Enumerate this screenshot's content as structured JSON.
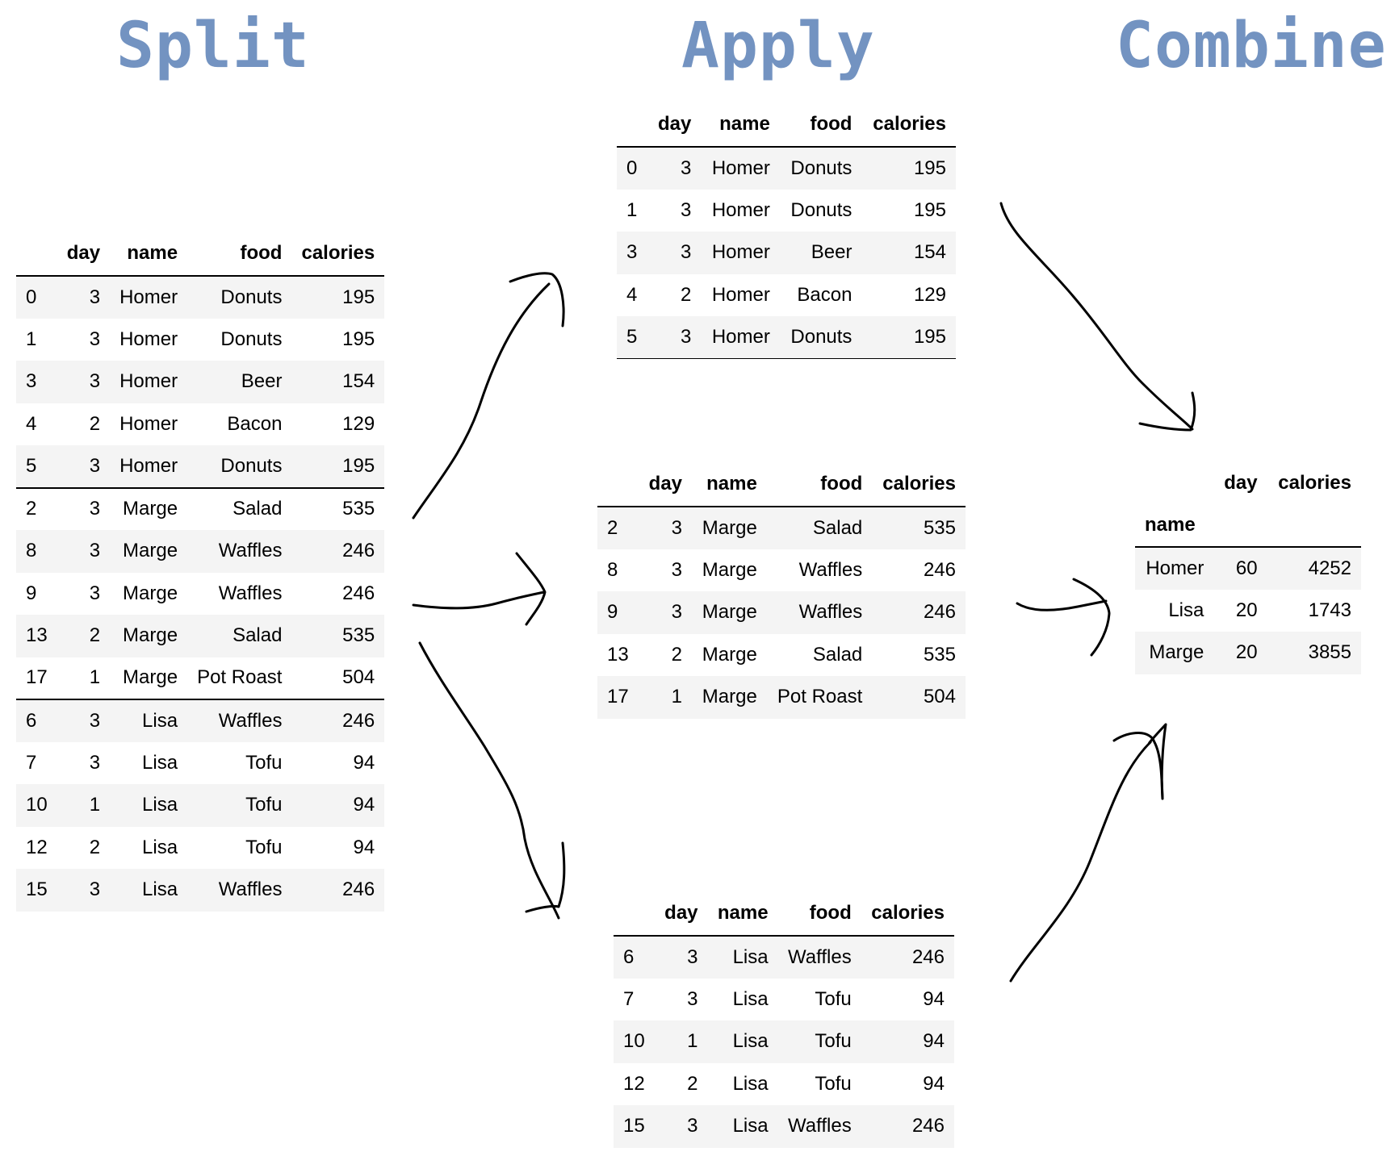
{
  "headings": {
    "split": "Split",
    "apply": "Apply",
    "combine": "Combine"
  },
  "columns": {
    "day": "day",
    "name": "name",
    "food": "food",
    "calories": "calories"
  },
  "split_table": {
    "groups": [
      [
        [
          "0",
          "3",
          "Homer",
          "Donuts",
          "195"
        ],
        [
          "1",
          "3",
          "Homer",
          "Donuts",
          "195"
        ],
        [
          "3",
          "3",
          "Homer",
          "Beer",
          "154"
        ],
        [
          "4",
          "2",
          "Homer",
          "Bacon",
          "129"
        ],
        [
          "5",
          "3",
          "Homer",
          "Donuts",
          "195"
        ]
      ],
      [
        [
          "2",
          "3",
          "Marge",
          "Salad",
          "535"
        ],
        [
          "8",
          "3",
          "Marge",
          "Waffles",
          "246"
        ],
        [
          "9",
          "3",
          "Marge",
          "Waffles",
          "246"
        ],
        [
          "13",
          "2",
          "Marge",
          "Salad",
          "535"
        ],
        [
          "17",
          "1",
          "Marge",
          "Pot Roast",
          "504"
        ]
      ],
      [
        [
          "6",
          "3",
          "Lisa",
          "Waffles",
          "246"
        ],
        [
          "7",
          "3",
          "Lisa",
          "Tofu",
          "94"
        ],
        [
          "10",
          "1",
          "Lisa",
          "Tofu",
          "94"
        ],
        [
          "12",
          "2",
          "Lisa",
          "Tofu",
          "94"
        ],
        [
          "15",
          "3",
          "Lisa",
          "Waffles",
          "246"
        ]
      ]
    ]
  },
  "apply_tables": [
    [
      [
        "0",
        "3",
        "Homer",
        "Donuts",
        "195"
      ],
      [
        "1",
        "3",
        "Homer",
        "Donuts",
        "195"
      ],
      [
        "3",
        "3",
        "Homer",
        "Beer",
        "154"
      ],
      [
        "4",
        "2",
        "Homer",
        "Bacon",
        "129"
      ],
      [
        "5",
        "3",
        "Homer",
        "Donuts",
        "195"
      ]
    ],
    [
      [
        "2",
        "3",
        "Marge",
        "Salad",
        "535"
      ],
      [
        "8",
        "3",
        "Marge",
        "Waffles",
        "246"
      ],
      [
        "9",
        "3",
        "Marge",
        "Waffles",
        "246"
      ],
      [
        "13",
        "2",
        "Marge",
        "Salad",
        "535"
      ],
      [
        "17",
        "1",
        "Marge",
        "Pot Roast",
        "504"
      ]
    ],
    [
      [
        "6",
        "3",
        "Lisa",
        "Waffles",
        "246"
      ],
      [
        "7",
        "3",
        "Lisa",
        "Tofu",
        "94"
      ],
      [
        "10",
        "1",
        "Lisa",
        "Tofu",
        "94"
      ],
      [
        "12",
        "2",
        "Lisa",
        "Tofu",
        "94"
      ],
      [
        "15",
        "3",
        "Lisa",
        "Waffles",
        "246"
      ]
    ]
  ],
  "combine_table": {
    "index_name": "name",
    "columns": [
      "day",
      "calories"
    ],
    "rows": [
      [
        "Homer",
        "60",
        "4252"
      ],
      [
        "Lisa",
        "20",
        "1743"
      ],
      [
        "Marge",
        "20",
        "3855"
      ]
    ]
  }
}
